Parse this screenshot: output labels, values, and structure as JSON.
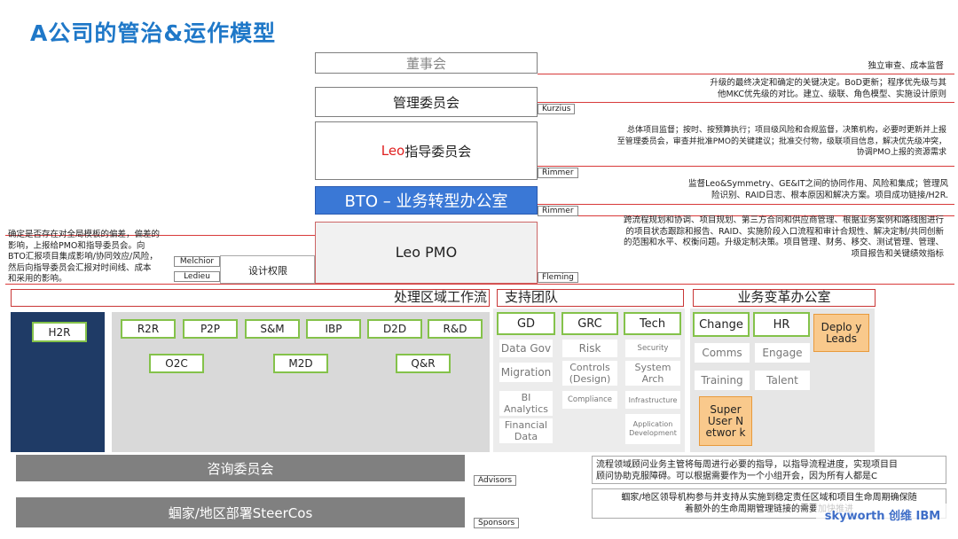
{
  "title": "A公司的管治&运作模型",
  "hierarchy": {
    "board": "董事会",
    "mgmt": "管理委员会",
    "leo_prefix": "Leo",
    "leo_rest": "指导委员会",
    "bto": "BTO – 业务转型办公室",
    "pmo": "Leo PMO"
  },
  "tags": {
    "kurzius": "Kurzius",
    "rimmer1": "Rimmer",
    "rimmer2": "Rimmer",
    "fleming": "Fleming",
    "melchior": "Melchior",
    "ledieu": "Ledieu",
    "advisors": "Advisors",
    "sponsors": "Sponsors"
  },
  "notes": {
    "board": [
      "独立审查、成本监督"
    ],
    "mgmt": [
      "升级的最终决定和确定的关键决定。BoD更新；程序优先级与其",
      "他MKC优先级的对比。建立、级联、角色模型、实施设计原则"
    ],
    "leo": [
      "总体项目监督；按时、按预算执行；项目级风险和合规监督，决策机构，必要时更新并上报",
      "至管理委员会，审查并批准PMO的关键建议；批准交付物，级联项目信息，解决优先级冲突，",
      "协调PMO上报的资源需求"
    ],
    "bto": [
      "监督Leo&Symmetry、GE&IT之间的协同作用、风险和集成；管理风",
      "险识别、RAID日志、根本原因和解决方案。项目成功链接/H2R."
    ],
    "pmo": [
      "跨流程规划和协调、项目规划、第三方合同和供应商管理、根据业务案例和路线图进行",
      "的项目状态跟踪和报告、RAID、实施阶段入口流程和审计合规性、解决定制/共同创新",
      "的范围和水平、权衡问题。升级定制决策。项目管理、财务、移交、测试管理、管理、",
      "项目报告和关键绩效指标"
    ],
    "left": [
      "确定是否存在对全局模板的偏差，偏差的",
      "影响，上报给PMO和指导委员会。向",
      "BTO汇报项目集成影响/协同效应/风险，",
      "然后向指导委员会汇报对时间线、成本",
      "和采用的影响。"
    ]
  },
  "design_authority": "设计权限",
  "sections": {
    "process": "处理区域工作流",
    "support": "支持团队",
    "bto_office": "业务变革办公室"
  },
  "process": {
    "h2r": "H2R",
    "row1": [
      "R2R",
      "P2P",
      "S&M",
      "IBP",
      "D2D",
      "R&D"
    ],
    "row2": [
      "O2C",
      "M2D",
      "Q&R"
    ]
  },
  "support": {
    "headers": [
      "GD",
      "GRC",
      "Tech"
    ],
    "gd": [
      "Data Gov",
      "Migration",
      "BI Analytics",
      "Financial Data"
    ],
    "grc": [
      "Risk",
      "Controls (Design)",
      "Compliance"
    ],
    "tech": [
      "Security",
      "System Arch",
      "Infrastructure",
      "Application Development"
    ]
  },
  "change": {
    "headers": [
      "Change",
      "HR"
    ],
    "change_col": [
      "Comms",
      "Training"
    ],
    "hr_col": [
      "Engage",
      "Talent"
    ],
    "deploy": "Deplo y Leads",
    "super": "Super User Networ k"
  },
  "bands": {
    "advisory": "咨询委员会",
    "steercos": "蝈家/地区部署SteerCos"
  },
  "bottom_notes": {
    "advisory": [
      "流程领域顾问业务主管将每周进行必要的指导，以指导流程进度，实现项目目",
      "顾问协助克服障碍。可以根据需要作为一个小组开会，因为所有人都是C"
    ],
    "steercos": [
      "蝈家/地区领导机构参与并支持从实施到稳定责任区域和项目生命周期确保随",
      "着额外的生命周期管理链接的需要加快推进"
    ]
  },
  "watermark": "skyworth 创维 IBM",
  "colors": {
    "title": "#1f78c8",
    "red_line": "#d83a3a",
    "bto_blue": "#3a78d6",
    "pmo_fill": "#f1f1f1",
    "navy": "#1f3b66",
    "green": "#84c24a",
    "orange": "#f9c98c",
    "gray_band": "#808080"
  }
}
